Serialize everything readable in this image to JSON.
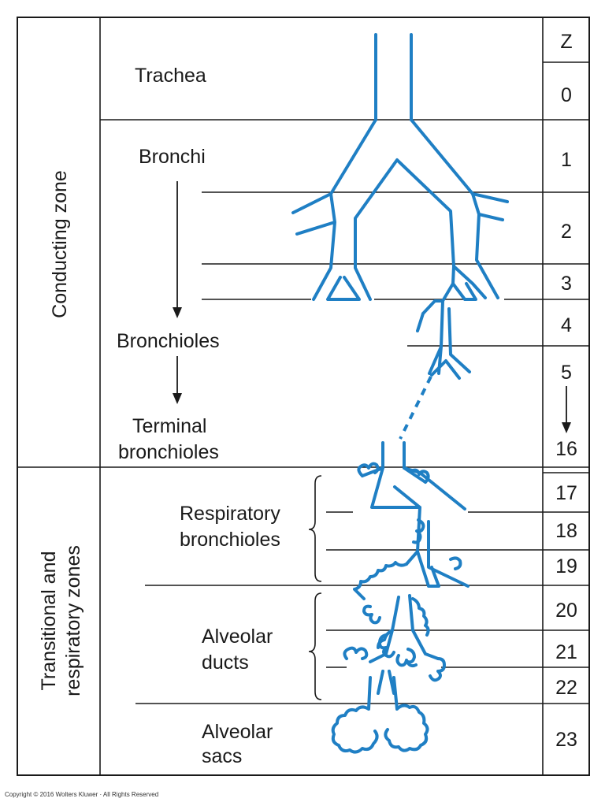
{
  "zones": {
    "conducting": "Conducting zone",
    "transitional_line1": "Transitional and",
    "transitional_line2": "respiratory zones"
  },
  "airways": {
    "trachea": "Trachea",
    "bronchi": "Bronchi",
    "bronchioles": "Bronchioles",
    "terminal_line1": "Terminal",
    "terminal_line2": "bronchioles",
    "respiratory_line1": "Respiratory",
    "respiratory_line2": "bronchioles",
    "ducts_line1": "Alveolar",
    "ducts_line2": "ducts",
    "sacs_line1": "Alveolar",
    "sacs_line2": "sacs"
  },
  "generation_column": {
    "header": "Z",
    "values": [
      "0",
      "1",
      "2",
      "3",
      "4",
      "5",
      "16",
      "17",
      "18",
      "19",
      "20",
      "21",
      "22",
      "23"
    ]
  },
  "colors": {
    "airway": "#1f7fc4",
    "line": "#1a1a1a"
  },
  "copyright": "Copyright © 2016 Wolters Kluwer · All Rights Reserved"
}
